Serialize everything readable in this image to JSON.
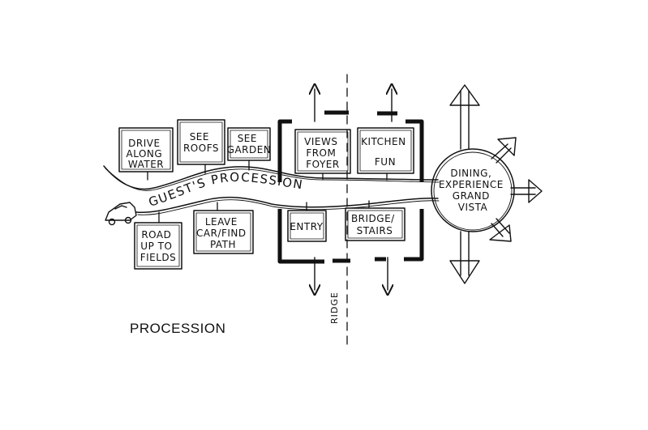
{
  "caption": "PROCESSION",
  "path_label": "GUEST'S PROCESSION",
  "ridge_label": "RIDGE",
  "boxes": {
    "drive_along_water": [
      "DRIVE",
      "ALONG",
      "WATER"
    ],
    "see_roofs": [
      "SEE",
      "ROOFS"
    ],
    "see_garden": [
      "SEE",
      "GARDEN"
    ],
    "views_from_foyer": [
      "VIEWS",
      "FROM",
      "FOYER"
    ],
    "kitchen_fun": [
      "KITCHEN",
      "FUN"
    ],
    "road_up_to_fields": [
      "ROAD",
      "UP TO",
      "FIELDS"
    ],
    "leave_car_find_path": [
      "LEAVE",
      "CAR/FIND",
      "PATH"
    ],
    "entry": [
      "ENTRY"
    ],
    "bridge_stairs": [
      "BRIDGE/",
      "STAIRS"
    ]
  },
  "dining": [
    "DINING,",
    "EXPERIENCE",
    "GRAND",
    "VISTA"
  ]
}
